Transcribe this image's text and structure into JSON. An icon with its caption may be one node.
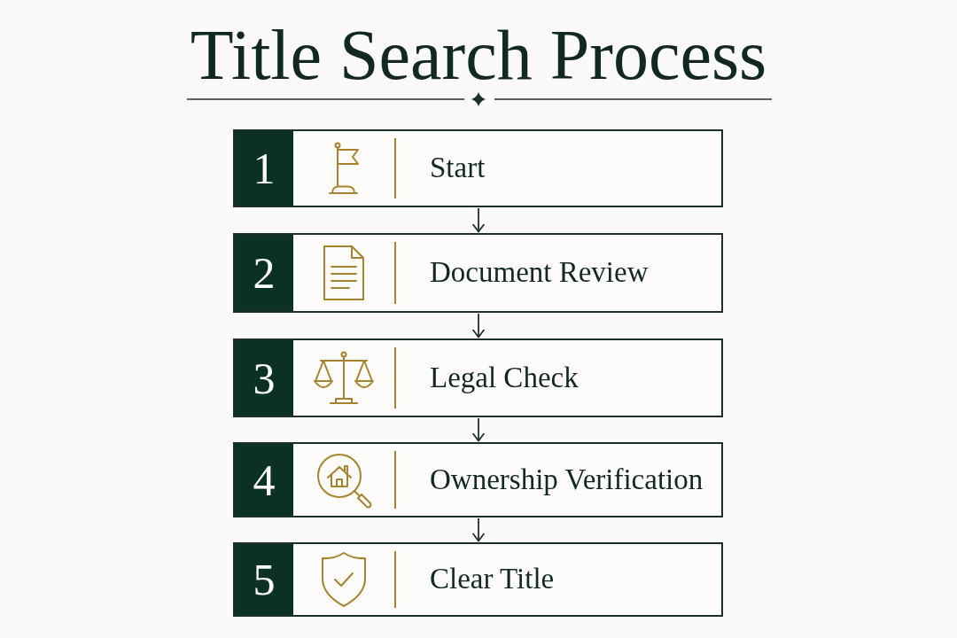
{
  "diagram": {
    "title": "Title Search Process",
    "nodes": [
      {
        "text": [
          "1",
          "Start"
        ]
      },
      {
        "text": [
          "2",
          "Document Review"
        ]
      },
      {
        "text": [
          "3",
          "Legal Check"
        ]
      },
      {
        "text": [
          "4",
          "Ownership Verification"
        ]
      },
      {
        "text": [
          "5",
          "Clear Title"
        ]
      }
    ],
    "edges": [
      {
        "from": 0,
        "to": 1,
        "arrow": "to"
      },
      {
        "from": 1,
        "to": 2,
        "arrow": "to"
      },
      {
        "from": 2,
        "to": 3,
        "arrow": "to"
      },
      {
        "from": 3,
        "to": 4,
        "arrow": "to"
      }
    ]
  }
}
